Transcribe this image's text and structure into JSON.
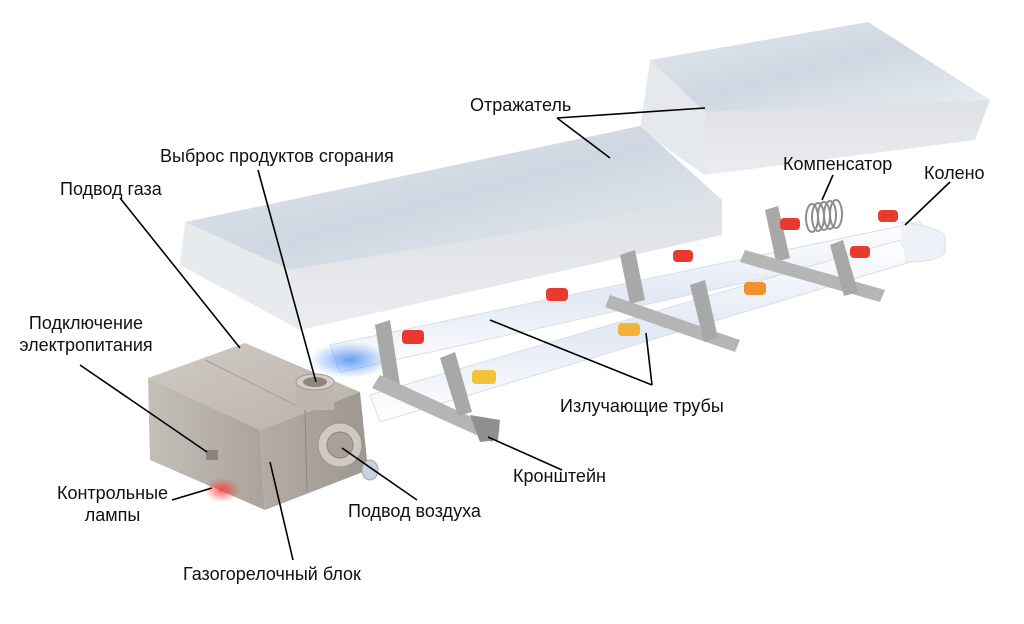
{
  "labels": {
    "reflector": "Отражатель",
    "exhaust": "Выброс продуктов сгорания",
    "gas_supply": "Подвод газа",
    "power_line1": "Подключение",
    "power_line2": "электропитания",
    "lamps_line1": "Контрольные",
    "lamps_line2": "лампы",
    "burner": "Газогорелочный блок",
    "air_supply": "Подвод воздуха",
    "bracket": "Кронштейн",
    "tubes": "Излучающие трубы",
    "compensator": "Компенсатор",
    "elbow": "Колено"
  }
}
